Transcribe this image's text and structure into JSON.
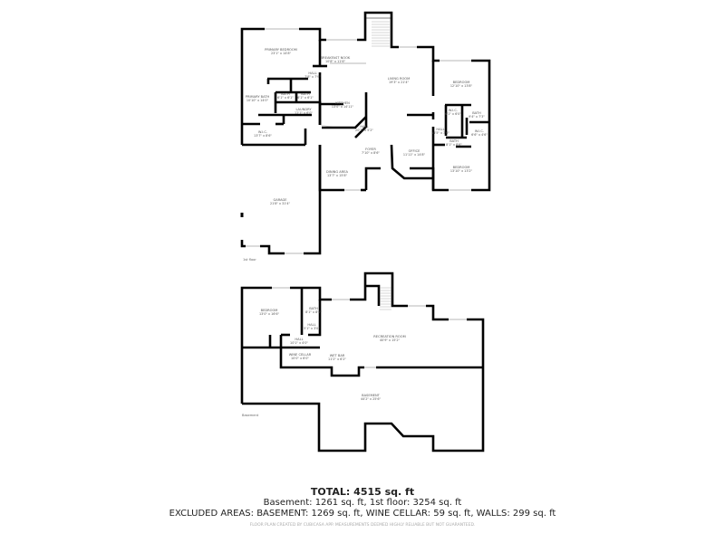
{
  "floors": [
    {
      "name": "1st floor",
      "rooms": [
        {
          "name": "Primary Bedroom",
          "dims": "23'1\" x 14'8\""
        },
        {
          "name": "Breakfast Nook",
          "dims": "10'8\" x 11'6\""
        },
        {
          "name": "Living Room",
          "dims": "19'3\" x 21'4\""
        },
        {
          "name": "Hall",
          "dims": "7'8\" x 7'9\""
        },
        {
          "name": "Primary Bath",
          "dims": "10'10\" x 14'0\""
        },
        {
          "name": "Bath",
          "dims": "6'1\" x 6'1\""
        },
        {
          "name": "Bath",
          "dims": "6'1\" x 6'1\""
        },
        {
          "name": "Kitchen",
          "dims": "13'0\" x 14'11\""
        },
        {
          "name": "Laundry",
          "dims": "12'1\" x 6'0\""
        },
        {
          "name": "W.I.C.",
          "dims": "13'7\" x 8'6\""
        },
        {
          "name": "Hall",
          "dims": "20'3\" x 5'2\""
        },
        {
          "name": "Foyer",
          "dims": "7'10\" x 8'6\""
        },
        {
          "name": "Dining Area",
          "dims": "13'7\" x 15'8\""
        },
        {
          "name": "Office",
          "dims": "11'11\" x 14'8\""
        },
        {
          "name": "Bedroom",
          "dims": "12'10\" x 13'8\""
        },
        {
          "name": "W.I.C.",
          "dims": "6'1\" x 6'0\""
        },
        {
          "name": "Bath",
          "dims": "9'4\" x 7'3\""
        },
        {
          "name": "Hall",
          "dims": "14'5\" x 3'6\""
        },
        {
          "name": "Bath",
          "dims": "8'1\" x 8'6\""
        },
        {
          "name": "W.I.C.",
          "dims": "6'6\" x 4'6\""
        },
        {
          "name": "Bedroom",
          "dims": "13'10\" x 13'2\""
        },
        {
          "name": "Garage",
          "dims": "21'8\" x 31'4\""
        }
      ]
    },
    {
      "name": "Basement",
      "rooms": [
        {
          "name": "Bedroom",
          "dims": "13'0\" x 16'6\""
        },
        {
          "name": "Bath",
          "dims": "8'1\" x 8'0\""
        },
        {
          "name": "Hall",
          "dims": "5'1\" x 3'0\""
        },
        {
          "name": "Hall",
          "dims": "10'1\" x 4'0\""
        },
        {
          "name": "Wine Cellar",
          "dims": "10'0\" x 6'0\""
        },
        {
          "name": "Wet Bar",
          "dims": "11'2\" x 6'2\""
        },
        {
          "name": "Recreation Room",
          "dims": "40'9\" x 15'2\""
        },
        {
          "name": "Basement",
          "dims": "44'2\" x 25'6\""
        }
      ]
    }
  ],
  "summary": {
    "total": "TOTAL: 4515 sq. ft",
    "line1": "Basement: 1261 sq. ft, 1st floor: 3254 sq. ft",
    "line2": "EXCLUDED AREAS: BASEMENT: 1269 sq. ft, WINE CELLAR: 59 sq. ft, WALLS: 299 sq. ft",
    "footer": "FLOOR PLAN CREATED BY CUBICASA APP. MEASUREMENTS DEEMED HIGHLY RELIABLE BUT NOT GUARANTEED."
  },
  "colors": {
    "wall": "#000000",
    "window": "#cfcfcf",
    "text": "#222222"
  }
}
